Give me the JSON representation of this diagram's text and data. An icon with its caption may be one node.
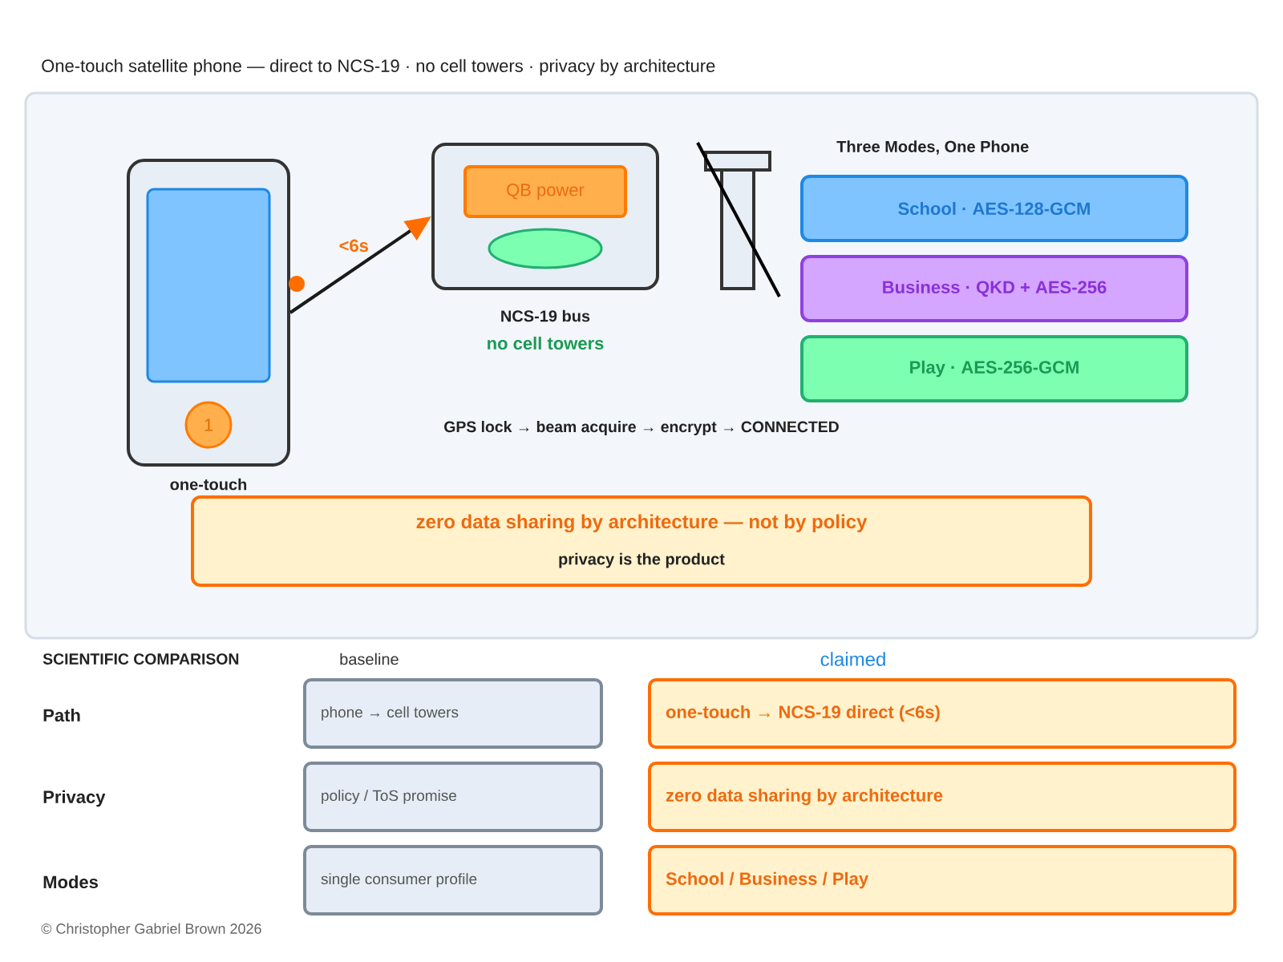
{
  "diagram": {
    "nodes": [
      {
        "text": [],
        "shape": "box"
      },
      {
        "text": [],
        "shape": "box",
        "in": 0,
        "beside": [
          "one-touch"
        ]
      },
      {
        "text": [
          "1"
        ],
        "in": 1
      },
      {
        "text": [],
        "shape": "box",
        "in": 0,
        "beside": [
          "NCS-19 bus",
          "no cell towers"
        ]
      },
      {
        "text": [
          "QB power"
        ],
        "in": 3
      },
      {
        "text": [],
        "shape": "ellipse",
        "in": 3
      },
      {
        "text": [
          "School · AES-128-GCM"
        ],
        "in": 0
      },
      {
        "text": [
          "Business · QKD + AES-256"
        ],
        "in": 0
      },
      {
        "text": [
          "Play · AES-256-GCM"
        ],
        "in": 0
      },
      {
        "text": [
          "zero data sharing by architecture — not by policy",
          "privacy is the product"
        ],
        "in": 0
      },
      {
        "text": [
          "phone → cell towers"
        ]
      },
      {
        "text": [
          "one-touch → NCS-19 direct (<6s)"
        ]
      },
      {
        "text": [
          "policy / ToS promise"
        ]
      },
      {
        "text": [
          "zero data sharing by architecture"
        ]
      },
      {
        "text": [
          "single consumer profile"
        ]
      },
      {
        "text": [
          "School / Business / Play"
        ]
      }
    ],
    "edges": [
      {
        "from": 1,
        "to": 3,
        "arrow": "to",
        "label": "<6s"
      }
    ],
    "labels": [
      "One-touch satellite phone — direct to NCS-19 · no cell towers · privacy by architecture",
      "Three Modes, One Phone",
      "GPS lock → beam acquire → encrypt → CONNECTED",
      "SCIENTIFIC COMPARISON",
      "baseline",
      "claimed",
      "Path",
      "Privacy",
      "Modes",
      "© Christopher Gabriel Brown 2026"
    ]
  }
}
